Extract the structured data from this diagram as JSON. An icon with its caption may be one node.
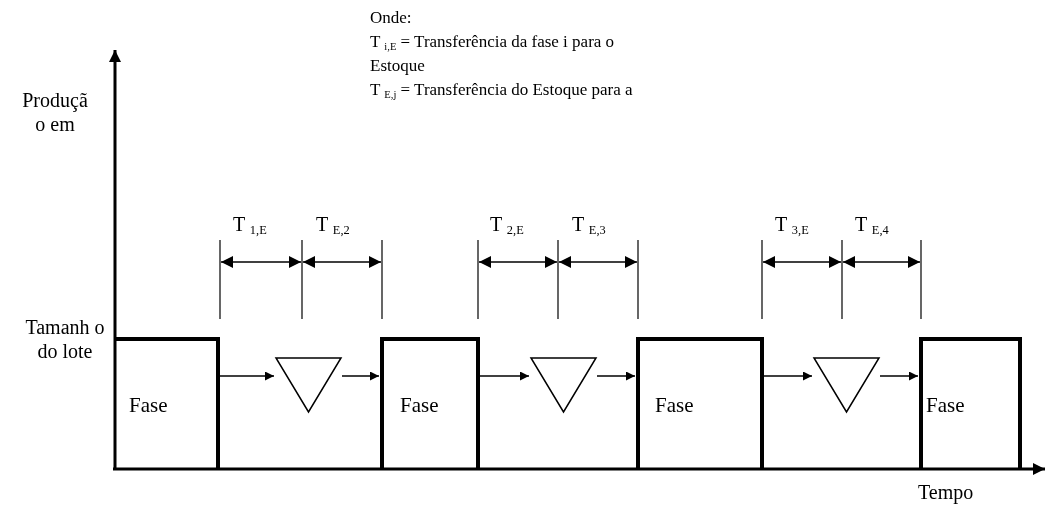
{
  "diagram": {
    "nodes": [
      {
        "text": [
          "Fase"
        ]
      },
      {
        "text": [],
        "shape": "triangle"
      },
      {
        "text": [
          "Fase"
        ]
      },
      {
        "text": [],
        "shape": "triangle"
      },
      {
        "text": [
          "Fase"
        ]
      },
      {
        "text": [],
        "shape": "triangle"
      },
      {
        "text": [
          "Fase"
        ]
      }
    ],
    "edges": [
      {
        "from": 0,
        "to": 1,
        "arrow": "to"
      },
      {
        "from": 1,
        "to": 2,
        "arrow": "to"
      },
      {
        "from": 2,
        "to": 3,
        "arrow": "to"
      },
      {
        "from": 3,
        "to": 4,
        "arrow": "to"
      },
      {
        "from": 4,
        "to": 5,
        "arrow": "to"
      },
      {
        "from": 5,
        "to": 6,
        "arrow": "to"
      }
    ],
    "labels": [
      "Onde:",
      "T $_{i,E}$ = Transferência da fase i para o Estoque",
      "T $_{E,j}$ = Transferência do Estoque para a",
      "Produçã o em",
      "T $_{1,E}$",
      "T $_{E,2}$",
      "T $_{2,E}$",
      "T $_{E,3}$",
      "T $_{3,E}$",
      "T $_{E,4}$",
      "Tamanh o do lote",
      "Tempo"
    ]
  }
}
